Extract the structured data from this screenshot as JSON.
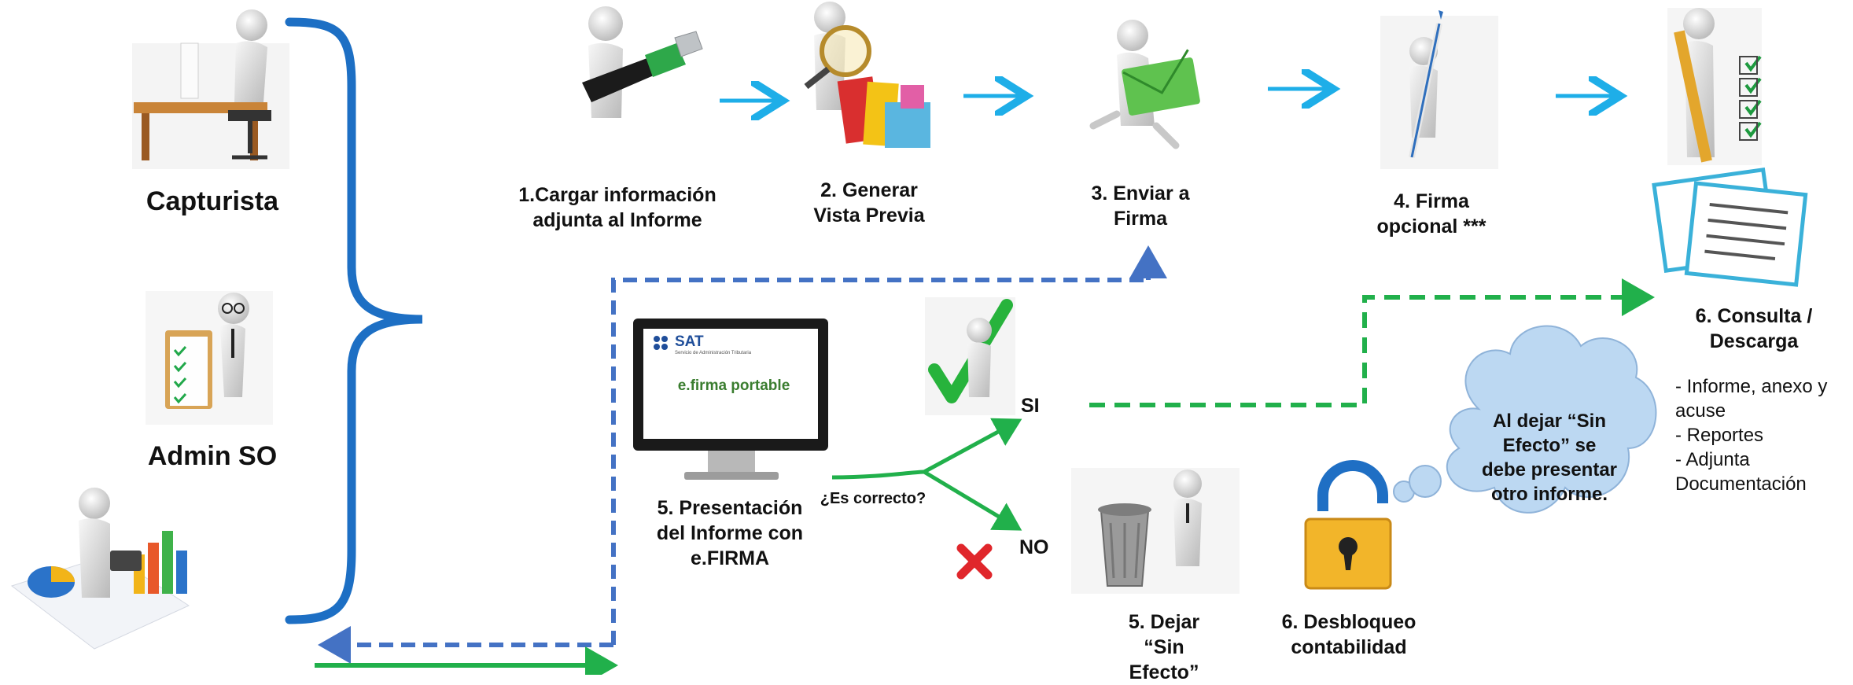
{
  "roles": {
    "capturista": "Capturista",
    "admin": "Admin SO"
  },
  "steps": {
    "s1": [
      "1.Cargar información",
      "adjunta al Informe"
    ],
    "s2": [
      "2. Generar",
      "Vista Previa"
    ],
    "s3": [
      "3. Enviar a",
      "Firma"
    ],
    "s4": [
      "4. Firma",
      "opcional ***"
    ],
    "s5": [
      "5. Presentación",
      "del Informe con",
      "e.FIRMA"
    ],
    "s5_dejar": [
      "5. Dejar",
      "“Sin",
      "Efecto”"
    ],
    "s6_consulta": [
      "6. Consulta /",
      "Descarga"
    ],
    "s6_desbloqueo": [
      "6. Desbloqueo",
      "contabilidad"
    ]
  },
  "question": "¿Es correcto?",
  "answers": {
    "yes": "SI",
    "no": "NO"
  },
  "monitor": {
    "brand": "SAT",
    "brand_sub": "Servicio de Administración Tributaria",
    "product": "e.firma portable"
  },
  "cloud_note": [
    "Al dejar “Sin",
    "Efecto” se",
    "debe presentar",
    "otro informe."
  ],
  "consulta_list": [
    "- Informe, anexo y",
    "acuse",
    "- Reportes",
    "- Adjunta",
    "Documentación"
  ],
  "colors": {
    "bracket": "#1d6fc4",
    "arrow_cyan": "#1eaee8",
    "dash_blue": "#4472c4",
    "green": "#21b04b",
    "cloud": "#bcd8f2",
    "cross": "#e0262b"
  },
  "icons": [
    "desk-person-icon",
    "clipboard-person-icon",
    "charts-person-icon",
    "usb-drive-person-icon",
    "magnifier-folders-person-icon",
    "envelope-person-icon",
    "pencil-person-icon",
    "checklist-person-icon",
    "documents-icon",
    "checkmark-person-icon",
    "cross-icon",
    "trash-person-icon",
    "padlock-icon",
    "monitor-icon"
  ]
}
